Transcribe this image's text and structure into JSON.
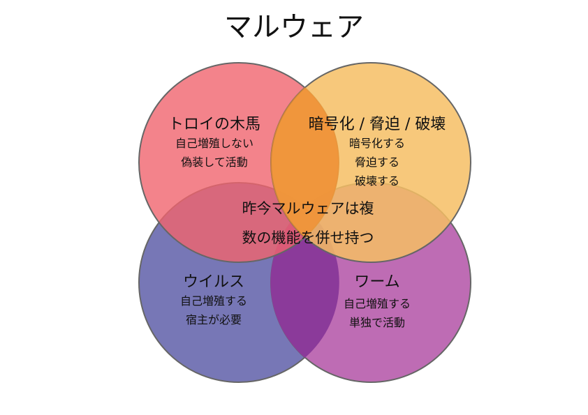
{
  "title": "マルウェア",
  "colors": {
    "trojan": "#F0646E",
    "ransom": "#F6BE64",
    "virus": "#7777B6",
    "worm": "#BE6CB4"
  },
  "sets": {
    "trojan": {
      "heading": "トロイの木馬",
      "lines": [
        "自己増殖しない",
        "偽装して活動"
      ]
    },
    "ransom": {
      "heading": "暗号化 / 脅迫 / 破壊",
      "lines": [
        "暗号化する",
        "脅迫する",
        "破壊する"
      ]
    },
    "virus": {
      "heading": "ウイルス",
      "lines": [
        "自己増殖する",
        "宿主が必要"
      ]
    },
    "worm": {
      "heading": "ワーム",
      "lines": [
        "自己増殖する",
        "単独で活動"
      ]
    }
  },
  "center": {
    "lines": [
      "昨今マルウェアは複",
      "数の機能を併せ持つ"
    ]
  }
}
